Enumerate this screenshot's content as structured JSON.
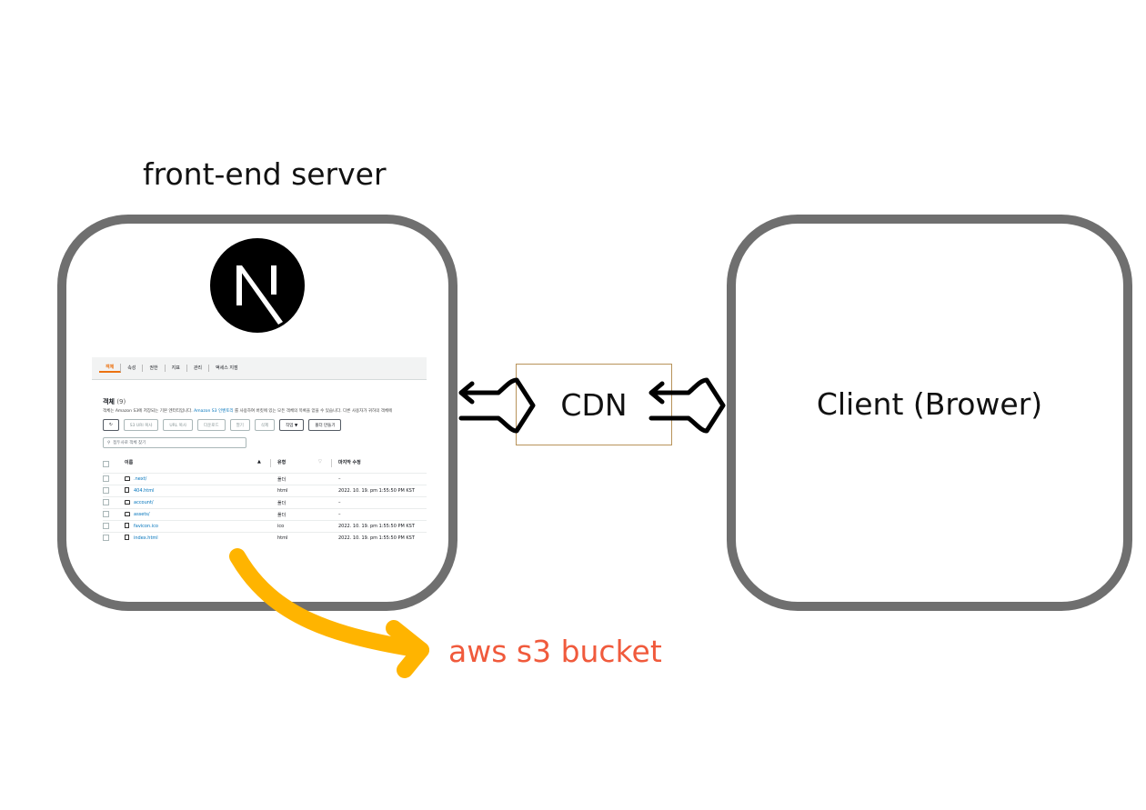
{
  "labels": {
    "front_end_server": "front-end server",
    "cdn": "CDN",
    "client": "Client (Brower)",
    "aws_s3_bucket": "aws s3 bucket"
  },
  "logo_icon": "nextjs-logo-icon",
  "colors": {
    "box_border": "#6f6f6f",
    "aws_label": "#f05a3c",
    "curved_arrow": "#ffb400",
    "cdn_border": "#b8935a"
  },
  "s3_console": {
    "tabs": [
      "객체",
      "속성",
      "권한",
      "지표",
      "관리",
      "액세스 지점"
    ],
    "heading": "객체",
    "count": "(9)",
    "description": "객체는 Amazon S3에 저장되는 기본 엔터티입니다.",
    "description_link": "Amazon S3 인벤토리",
    "description_rest": "를 사용하여 버킷에 있는 모든 객체의 목록을 얻을 수 있습니다. 다른 사용자가 귀하의 객체에",
    "toolbar": {
      "refresh": "↻",
      "copy_s3_uri": "S3 URI 복사",
      "copy_url": "URL 복사",
      "download": "다운로드",
      "open": "열기",
      "delete": "삭제",
      "actions": "작업 ▼",
      "create_folder": "폴더 만들기"
    },
    "search_placeholder": "접두사로 객체 찾기",
    "columns": {
      "name": "이름",
      "type": "유형",
      "modified": "마지막 수정"
    },
    "rows": [
      {
        "name": ".next/",
        "type": "폴더",
        "modified": "–",
        "kind": "folder"
      },
      {
        "name": "404.html",
        "type": "html",
        "modified": "2022. 10. 19. pm 1:55:50 PM KST",
        "kind": "file"
      },
      {
        "name": "account/",
        "type": "폴더",
        "modified": "–",
        "kind": "folder"
      },
      {
        "name": "assets/",
        "type": "폴더",
        "modified": "–",
        "kind": "folder"
      },
      {
        "name": "favicon.ico",
        "type": "ico",
        "modified": "2022. 10. 19. pm 1:55:50 PM KST",
        "kind": "file"
      },
      {
        "name": "index.html",
        "type": "html",
        "modified": "2022. 10. 19. pm 1:55:50 PM KST",
        "kind": "file"
      }
    ]
  }
}
